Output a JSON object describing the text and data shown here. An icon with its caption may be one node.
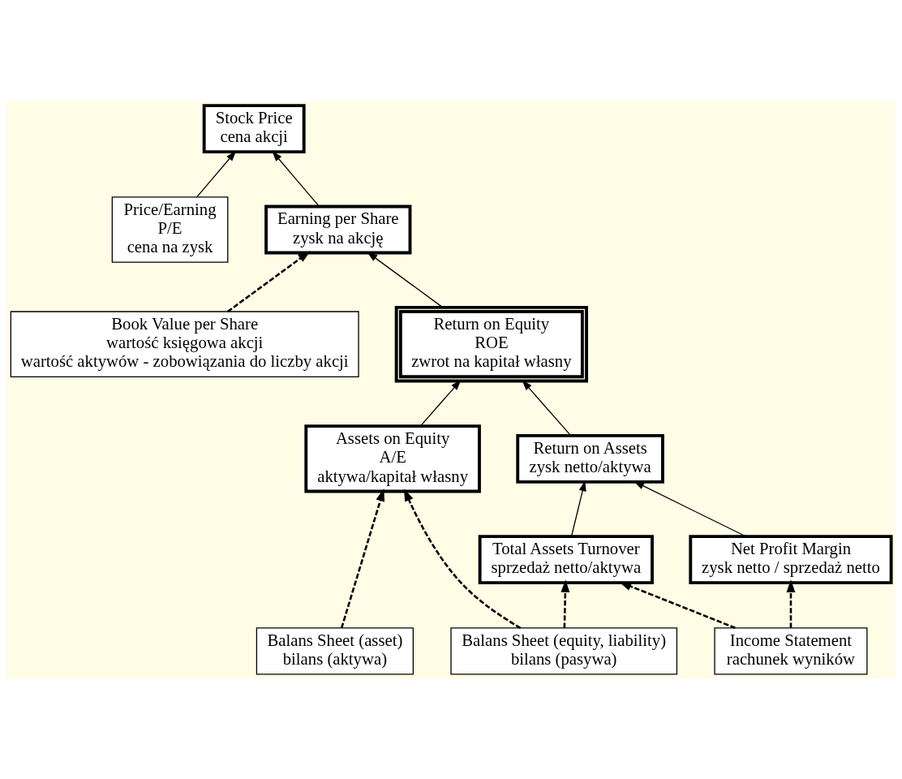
{
  "diagram": {
    "nodes": [
      {
        "text": [
          "Stock Price",
          "cena akcji"
        ]
      },
      {
        "text": [
          "Price/Earning",
          "P/E",
          "cena na zysk"
        ]
      },
      {
        "text": [
          "Earning per Share",
          "zysk na akcję"
        ]
      },
      {
        "text": [
          "Book Value per Share",
          "wartość księgowa akcji",
          "wartość aktywów - zobowiązania do liczby akcji"
        ]
      },
      {
        "text": [
          "Return on Equity",
          "ROE",
          "zwrot na kapitał własny"
        ]
      },
      {
        "text": [
          "Assets on Equity",
          "A/E",
          "aktywa/kapitał własny"
        ]
      },
      {
        "text": [
          "Return on Assets",
          "zysk netto/aktywa"
        ]
      },
      {
        "text": [
          "Total Assets Turnover",
          "sprzedaż netto/aktywa"
        ]
      },
      {
        "text": [
          "Net Profit Margin",
          "zysk netto / sprzedaż netto"
        ]
      },
      {
        "text": [
          "Balans Sheet (asset)",
          "bilans (aktywa)"
        ]
      },
      {
        "text": [
          "Balans Sheet (equity, liability)",
          "bilans (pasywa)"
        ]
      },
      {
        "text": [
          "Income Statement",
          "rachunek wyników"
        ]
      }
    ],
    "edges": [
      {
        "from": 1,
        "to": 0,
        "arrow": "to"
      },
      {
        "from": 2,
        "to": 0,
        "arrow": "to"
      },
      {
        "from": 4,
        "to": 2,
        "arrow": "to"
      },
      {
        "from": 3,
        "to": 2,
        "arrow": "to",
        "style": "dashed"
      },
      {
        "from": 5,
        "to": 4,
        "arrow": "to"
      },
      {
        "from": 6,
        "to": 4,
        "arrow": "to"
      },
      {
        "from": 7,
        "to": 6,
        "arrow": "to"
      },
      {
        "from": 8,
        "to": 6,
        "arrow": "to"
      },
      {
        "from": 9,
        "to": 5,
        "arrow": "to",
        "style": "dashed"
      },
      {
        "from": 10,
        "to": 5,
        "arrow": "to",
        "style": "dashed"
      },
      {
        "from": 10,
        "to": 7,
        "arrow": "to",
        "style": "dashed"
      },
      {
        "from": 11,
        "to": 7,
        "arrow": "to",
        "style": "dashed"
      },
      {
        "from": 11,
        "to": 8,
        "arrow": "to",
        "style": "dashed"
      }
    ]
  }
}
